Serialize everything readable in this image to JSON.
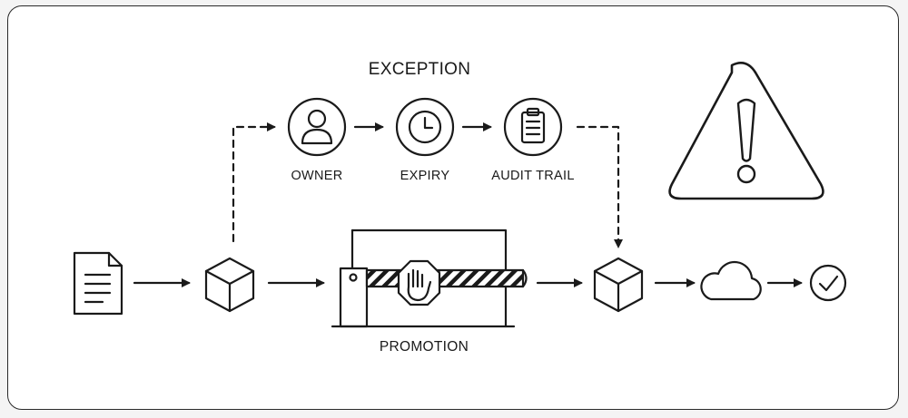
{
  "labels": {
    "exception": "EXCEPTION",
    "owner": "OWNER",
    "expiry": "EXPIRY",
    "audit_trail": "AUDIT TRAIL",
    "promotion": "PROMOTION"
  },
  "icons": [
    "document-icon",
    "cube-icon",
    "user-icon",
    "clock-icon",
    "clipboard-icon",
    "barrier-gate-icon",
    "stop-hand-icon",
    "warning-icon",
    "cloud-icon",
    "check-circle-icon"
  ],
  "colors": {
    "stroke": "#1a1a1a",
    "background": "#ffffff"
  }
}
